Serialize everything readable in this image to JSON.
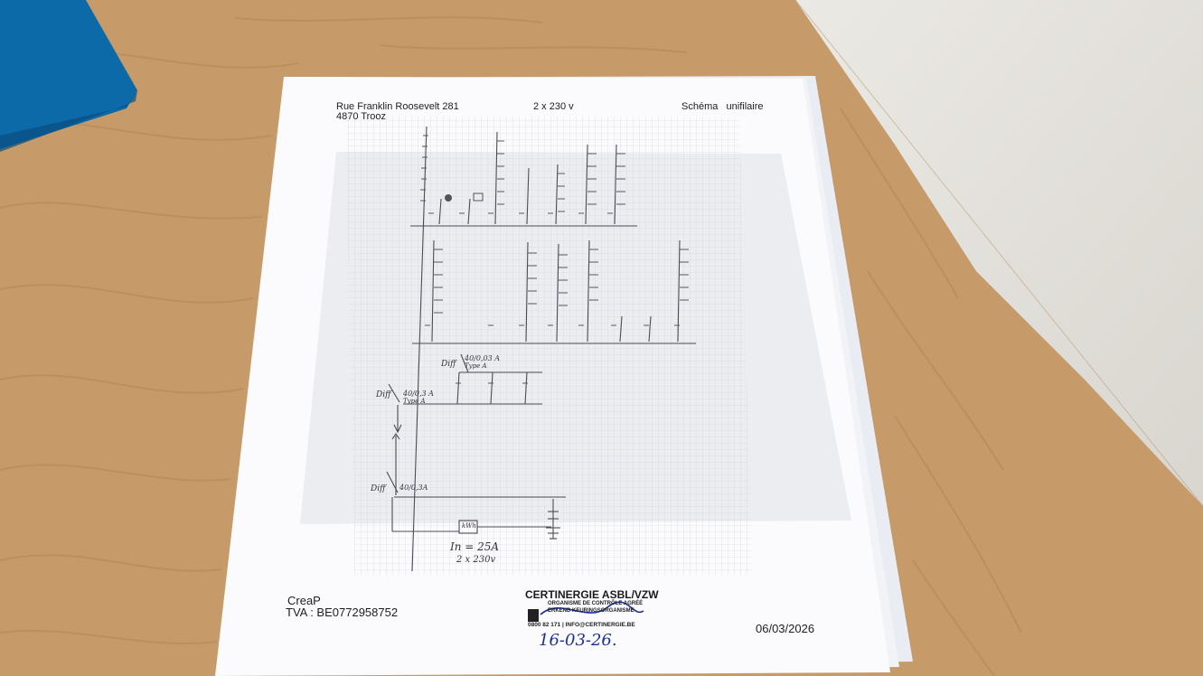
{
  "document": {
    "header": {
      "address_line1": "Rue Franklin Roosevelt 281",
      "address_line2": "4870 Trooz",
      "voltage": "2 x 230 v",
      "title": "Schéma   unifilaire"
    },
    "schematic": {
      "diff1_label": "Diff",
      "diff1_rating": "40/0,03 A",
      "diff1_type": "Type A",
      "diff2_label": "Diff",
      "diff2_rating": "40/0,3 A",
      "diff2_type": "Type A",
      "diff3_label": "Diff",
      "diff3_rating": "40/0,3A",
      "meter_label": "kWh",
      "main_current": "In = 25A",
      "main_voltage": "2 x 230v"
    },
    "footer": {
      "company": "CreaP",
      "vat": "TVA : BE0772958752",
      "date": "06/03/2026"
    },
    "stamp": {
      "org_name": "CERTINERGIE ASBL/VZW",
      "line1": "ORGANISME DE CONTRÔLE AGRÉÉ",
      "line2": "ERKEND KEURINGSORGANISME",
      "contact": "0800 82 171 | INFO@CERTINERGIE.BE",
      "handwritten_date": "16-03-26."
    }
  },
  "colors": {
    "table_wood": "#c79e6c",
    "paper": "#fbfbfd",
    "blue_folder": "#0c6aa8",
    "floor_tile": "#e3e1dc",
    "ink_blue": "#1a2f9a"
  }
}
